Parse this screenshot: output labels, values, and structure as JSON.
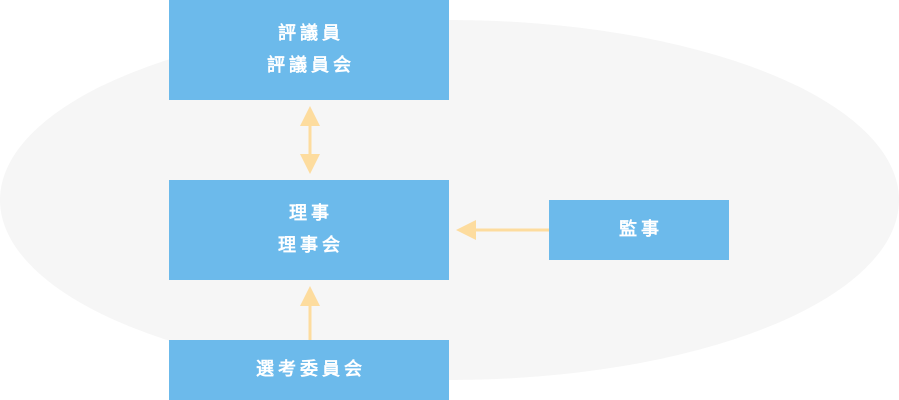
{
  "colors": {
    "box_fill": "#6cbaeb",
    "box_text": "#ffffff",
    "arrow": "#fddc9e",
    "background_ellipse": "#f6f6f6"
  },
  "nodes": {
    "councilors": {
      "line1": "評議員",
      "line2": "評議員会"
    },
    "directors": {
      "line1": "理事",
      "line2": "理事会"
    },
    "auditors": {
      "label": "監事"
    },
    "selection_committee": {
      "label": "選考委員会"
    }
  },
  "edges": [
    {
      "from": "councilors",
      "to": "directors",
      "direction": "both"
    },
    {
      "from": "auditors",
      "to": "directors",
      "direction": "forward"
    },
    {
      "from": "selection_committee",
      "to": "directors",
      "direction": "forward"
    }
  ]
}
